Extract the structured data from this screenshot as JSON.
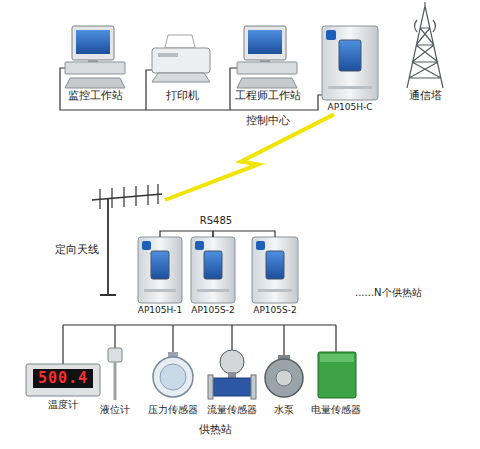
{
  "diagram": {
    "nodes": [
      {
        "text": [
          "监控工作站"
        ]
      },
      {
        "text": [
          "打印机"
        ]
      },
      {
        "text": [
          "工程师工作站"
        ]
      },
      {
        "text": [
          "AP105H-C"
        ]
      },
      {
        "text": [
          "通信塔"
        ]
      },
      {
        "text": [
          "定向天线"
        ]
      },
      {
        "text": [
          "AP105H-1"
        ]
      },
      {
        "text": [
          "AP105S-2"
        ]
      },
      {
        "text": [
          "AP105S-2"
        ]
      },
      {
        "text": [
          "500.4",
          "温度计"
        ]
      },
      {
        "text": [
          "液位计"
        ]
      },
      {
        "text": [
          "压力传感器"
        ]
      },
      {
        "text": [
          "流量传感器"
        ]
      },
      {
        "text": [
          "水泵"
        ]
      },
      {
        "text": [
          "电量传感器"
        ]
      }
    ],
    "edges": [
      {
        "from": 3,
        "to": 5,
        "arrow": "none"
      },
      {
        "from": 6,
        "to": 7,
        "arrow": "none"
      },
      {
        "from": 7,
        "to": 8,
        "arrow": "none"
      }
    ],
    "labels": [
      "控制中心",
      "RS485",
      "......N个供热站",
      "供热站"
    ]
  }
}
